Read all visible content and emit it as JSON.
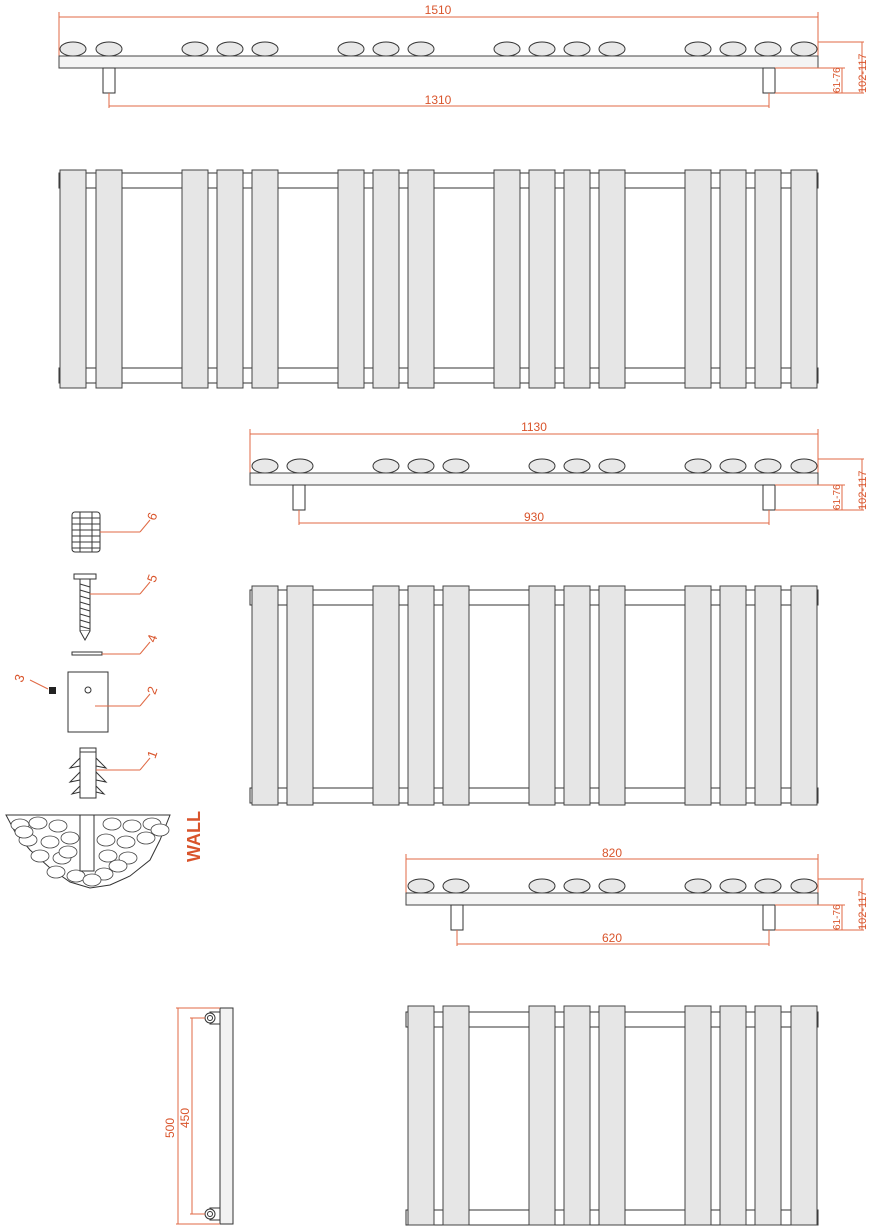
{
  "top_view_1510": {
    "overall_width": "1510",
    "bracket_centers": "1310",
    "projection_small": "61-76",
    "projection_large": "102-117"
  },
  "top_view_1130": {
    "overall_width": "1130",
    "bracket_centers": "930",
    "projection_small": "61-76",
    "projection_large": "102-117"
  },
  "top_view_820": {
    "overall_width": "820",
    "bracket_centers": "620",
    "projection_small": "61-76",
    "projection_large": "102-117"
  },
  "side_view": {
    "height": "500",
    "bracket_centers": "450"
  },
  "fixing_kit": {
    "callouts": [
      "1",
      "2",
      "3",
      "4",
      "5",
      "6"
    ],
    "wall_label": "WALL"
  },
  "colors": {
    "dimension": "#d9542b",
    "outline": "#333333",
    "panel_fill": "#e6e6e6"
  }
}
